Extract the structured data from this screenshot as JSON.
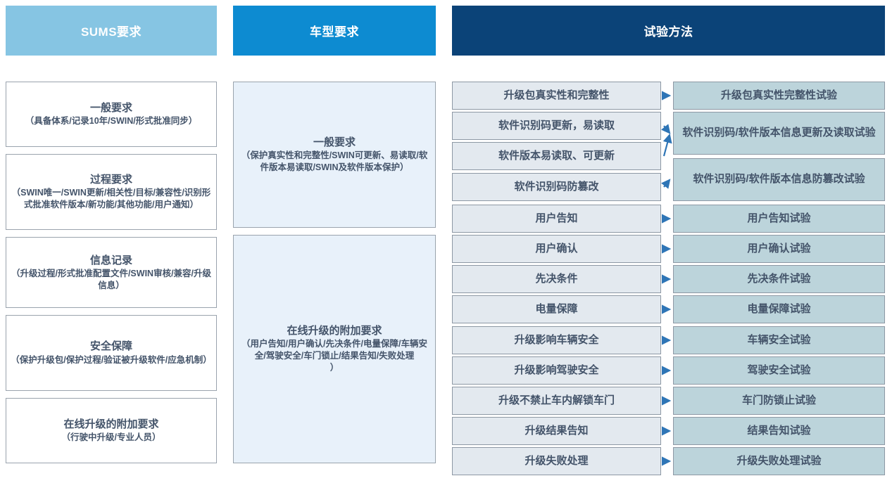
{
  "headers": [
    {
      "key": "sums",
      "label": "SUMS要求",
      "color": "#86c5e3"
    },
    {
      "key": "vehicle",
      "label": "车型要求",
      "color": "#0d8bd1"
    },
    {
      "key": "test",
      "label": "试验方法",
      "color": "#0b4378"
    }
  ],
  "sums_requirements": [
    {
      "title": "一般要求",
      "detail": "（具备体系/记录10年/SWIN/形式批准同步）"
    },
    {
      "title": "过程要求",
      "detail": "（SWIN唯一/SWIN更新/相关性/目标/兼容性/识别形式批准软件版本/新功能/其他功能/用户通知）"
    },
    {
      "title": "信息记录",
      "detail": "（升级过程/形式批准配置文件/SWIN审核/兼容/升级信息）"
    },
    {
      "title": "安全保障",
      "detail": "（保护升级包/保护过程/验证被升级软件/应急机制）"
    },
    {
      "title": "在线升级的附加要求",
      "detail": "（行驶中升级/专业人员）"
    }
  ],
  "vehicle_requirements": [
    {
      "title": "一般要求",
      "detail": "（保护真实性和完整性/SWIN可更新、易读取/软件版本易读取/SWIN及软件版本保护）"
    },
    {
      "title": "在线升级的附加要求",
      "detail": "（用户告知/用户确认/先决条件/电量保障/车辆安全/驾驶安全/车门锁止/结果告知/失败处理\n）"
    }
  ],
  "test_items": [
    "升级包真实性和完整性",
    "软件识别码更新，易读取",
    "软件版本易读取、可更新",
    "软件识别码防篡改",
    "用户告知",
    "用户确认",
    "先决条件",
    "电量保障",
    "升级影响车辆安全",
    "升级影响驾驶安全",
    "升级不禁止车内解锁车门",
    "升级结果告知",
    "升级失败处理"
  ],
  "test_methods": [
    "升级包真实性完整性试验",
    "软件识别码/软件版本信息更新及读取试验",
    "软件识别码/软件版本信息防篡改试验",
    "用户告知试验",
    "用户确认试验",
    "先决条件试验",
    "电量保障试验",
    "车辆安全试验",
    "驾驶安全试验",
    "车门防锁止试验",
    "结果告知试验",
    "升级失败处理试验"
  ],
  "colors": {
    "header_light": "#86c5e3",
    "header_mid": "#0d8bd1",
    "header_dark": "#0b4378",
    "box_white": "#ffffff",
    "box_pale_blue": "#e8f1fa",
    "box_grey_blue": "#e3e9ef",
    "box_teal": "#bcd4db",
    "border": "#8d98a4",
    "text": "#44546a",
    "arrow": "#2e75b6"
  }
}
